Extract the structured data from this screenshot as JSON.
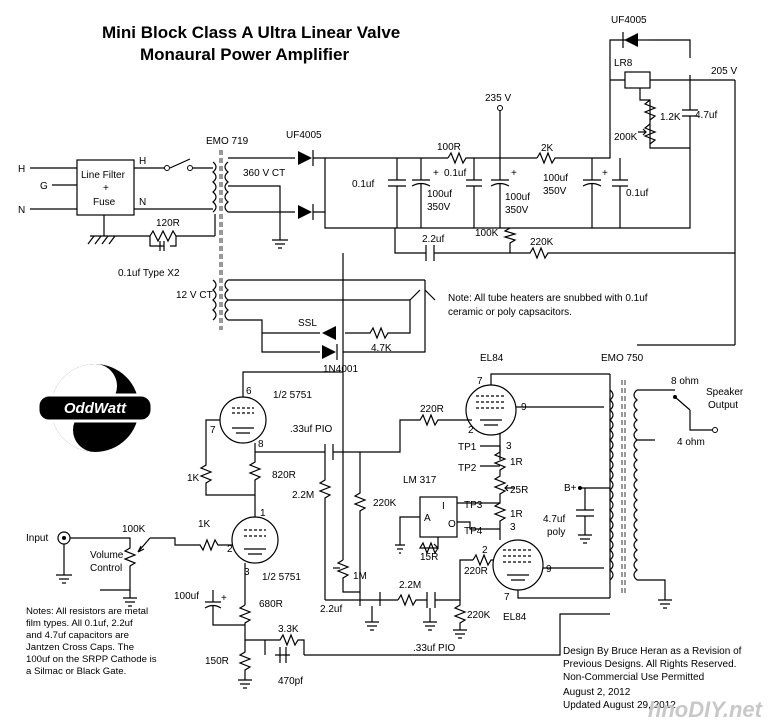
{
  "title": {
    "line1": "Mini Block Class A Ultra Linear Valve",
    "line2": "Monaural Power Amplifier"
  },
  "logo": {
    "text": "OddWatt"
  },
  "watermark": "hnoDIY.net",
  "power_supply": {
    "mains": [
      "H",
      "G",
      "N"
    ],
    "line_filter": [
      "Line Filter",
      "+",
      "Fuse"
    ],
    "filter_out": [
      "H",
      "N"
    ],
    "transformer": "EMO 719",
    "secondary": "360 V CT",
    "rectifier": "UF4005",
    "ground_lift": "120R",
    "ground_lift_caps": "0.1uf Type X2",
    "c1": "0.1uf",
    "c2": [
      "100uf",
      "350V"
    ],
    "r1": "100R",
    "c3": "0.1uf",
    "node_235": "235 V",
    "c4": [
      "100uf",
      "350V"
    ],
    "r2": "2K",
    "c5": [
      "100uf",
      "350V"
    ],
    "c6": "0.1uf",
    "reg_diode": "UF4005",
    "reg": "LR8",
    "reg_r": "1.2K",
    "reg_c": "4.7uf",
    "reg_pot": "200K",
    "node_205": "205 V",
    "r_100k": "100K",
    "c_22": "2.2uf",
    "r_220k": "220K",
    "heater_v": "12 V CT",
    "ssl": "SSL",
    "r_47k": "4.7K",
    "diode_1n": "1N4001",
    "heater_note": [
      "Note:  All tube heaters are snubbed with 0.1uf",
      "ceramic or poly capsacitors."
    ]
  },
  "driver": {
    "top_tube": "1/2 5751",
    "pins_top": [
      "6",
      "7",
      "8"
    ],
    "coupling": ".33uf PIO",
    "r_1k_fb": "1K",
    "r_820": "820R",
    "r_22m": "2.2M",
    "r_220k": "220K",
    "pot_1m": "1M",
    "c_22": "2.2uf",
    "bottom_tube": "1/2 5751",
    "pins_bot": [
      "1",
      "2",
      "3"
    ],
    "input": "Input",
    "volume": "100K",
    "volume_label": [
      "Volume",
      "Control"
    ],
    "grid_r": "1K",
    "cath_c": "100uf",
    "r_680": "680R",
    "r_33k": "3.3K",
    "r_150": "150R",
    "c_470p": "470pf",
    "r_22m_low": "2.2M",
    "coupling_low": ".33uf PIO",
    "r_220k_low": "220K"
  },
  "output": {
    "tube_top": "EL84",
    "pins_top": [
      "7",
      "2",
      "9",
      "3"
    ],
    "grid_r_top": "220R",
    "tp": [
      "TP1",
      "TP2",
      "TP3",
      "TP4"
    ],
    "r_1r_a": "1R",
    "pot_25r": "25R",
    "r_1r_b": "1R",
    "reg": "LM 317",
    "reg_pins": [
      "I",
      "A",
      "O"
    ],
    "r_15r": "15R",
    "bplus": "B+",
    "cap_poly": [
      "4.7uf",
      "poly"
    ],
    "tube_bot": "EL84",
    "pins_bot": [
      "2",
      "3",
      "9",
      "7"
    ],
    "grid_r_bot": "220R",
    "transformer": "EMO 750",
    "tap_8": "8 ohm",
    "tap_4": "4 ohm",
    "speaker": [
      "Speaker",
      "Output"
    ]
  },
  "notes": [
    "Notes:  All resistors are metal",
    "film types.  All 0.1uf, 2.2uf",
    "and 4.7uf capacitors are",
    "Jantzen Cross Caps.  The",
    "100uf on the SRPP Cathode is",
    "a Silmac or Black Gate."
  ],
  "credits": [
    "Design By Bruce Heran as a Revision of",
    "Previous Designs.  All Rights Reserved.",
    "Non-Commercial Use Permitted",
    "August 2, 2012",
    "Updated August 29, 2012"
  ]
}
